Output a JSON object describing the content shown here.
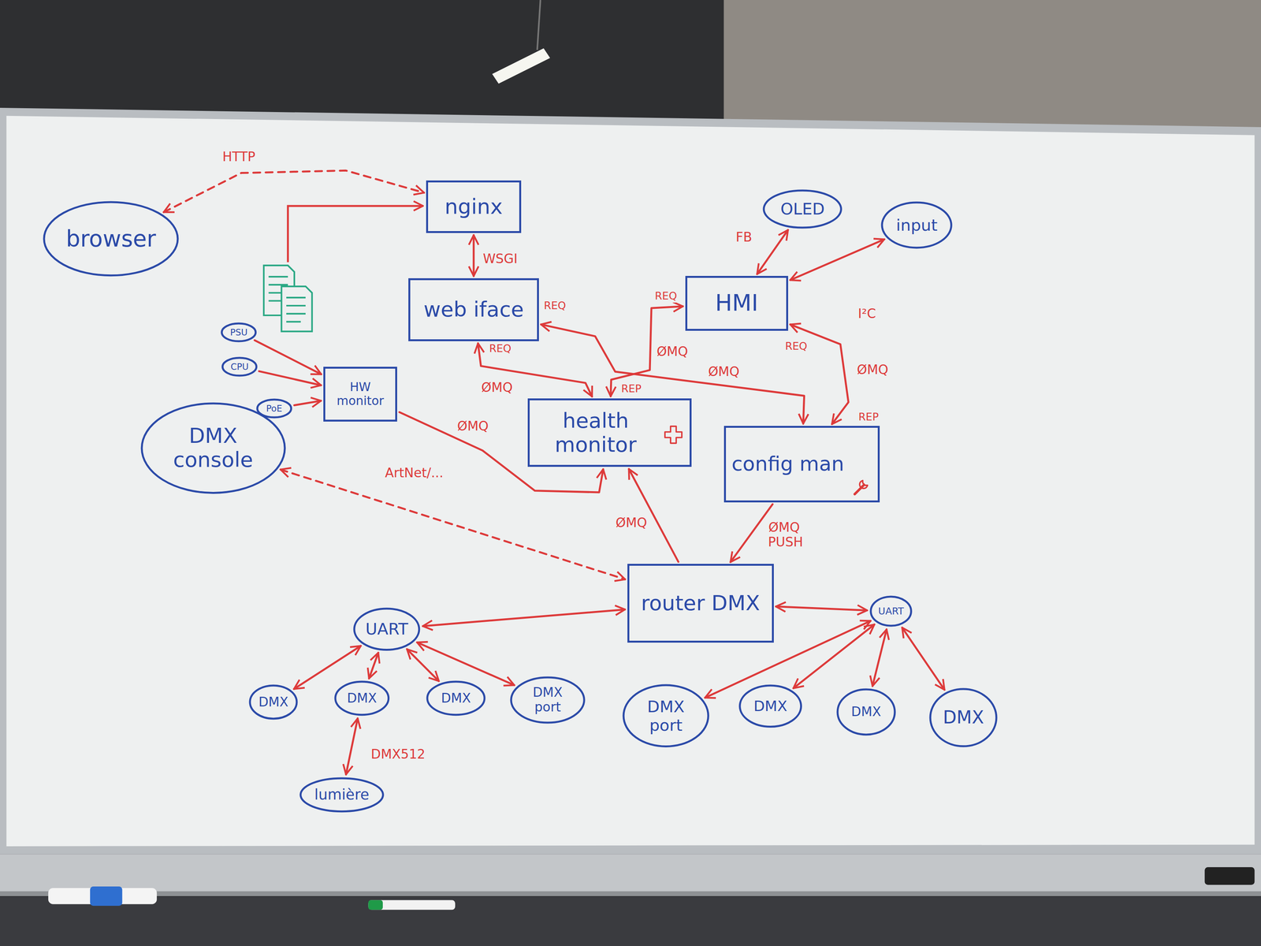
{
  "diagram": {
    "nodes": [
      {
        "text": [
          "browser"
        ]
      },
      {
        "text": [
          "nginx"
        ]
      },
      {
        "text": [
          "OLED"
        ]
      },
      {
        "text": [
          "input"
        ]
      },
      {
        "text": [
          "web iface"
        ]
      },
      {
        "text": [
          "HMI"
        ]
      },
      {
        "text": [
          "PSU"
        ]
      },
      {
        "text": [
          "CPU"
        ]
      },
      {
        "text": [
          "PoE"
        ]
      },
      {
        "text": [
          "HW monitor"
        ]
      },
      {
        "text": [
          "DMX console"
        ]
      },
      {
        "text": [
          "health monitor"
        ]
      },
      {
        "text": [
          "config man"
        ]
      },
      {
        "text": [
          "router DMX"
        ]
      },
      {
        "text": [
          "UART"
        ]
      },
      {
        "text": [
          "UART"
        ]
      },
      {
        "text": [
          "DMX"
        ]
      },
      {
        "text": [
          "DMX"
        ]
      },
      {
        "text": [
          "DMX"
        ]
      },
      {
        "text": [
          "DMX port"
        ]
      },
      {
        "text": [
          "DMX port"
        ]
      },
      {
        "text": [
          "DMX"
        ]
      },
      {
        "text": [
          "DMX"
        ]
      },
      {
        "text": [
          "DMX"
        ]
      },
      {
        "text": [
          "lumière"
        ]
      }
    ],
    "edges": [
      {
        "from": 0,
        "to": 1,
        "label": "HTTP",
        "arrow": "both"
      },
      {
        "from": 1,
        "to": 4,
        "label": "WSGI",
        "arrow": "both"
      },
      {
        "from": 5,
        "to": 2,
        "label": "FB",
        "arrow": "both"
      },
      {
        "from": 5,
        "to": 3,
        "label": "I²C",
        "arrow": "both"
      },
      {
        "from": 4,
        "to": 11,
        "label": "ØMQ",
        "arrow": "both"
      },
      {
        "from": 5,
        "to": 11,
        "label": "ØMQ",
        "arrow": "both"
      },
      {
        "from": 4,
        "to": 12,
        "label": "ØMQ",
        "arrow": "both"
      },
      {
        "from": 5,
        "to": 12,
        "label": "ØMQ",
        "arrow": "both"
      },
      {
        "from": 6,
        "to": 9,
        "arrow": "to"
      },
      {
        "from": 7,
        "to": 9,
        "arrow": "to"
      },
      {
        "from": 8,
        "to": 9,
        "arrow": "to"
      },
      {
        "from": 9,
        "to": 11,
        "label": "ØMQ",
        "arrow": "to"
      },
      {
        "from": 13,
        "to": 11,
        "label": "ØMQ",
        "arrow": "to"
      },
      {
        "from": 12,
        "to": 13,
        "label": "ØMQ PUSH",
        "arrow": "to"
      },
      {
        "from": 10,
        "to": 13,
        "label": "ArtNet/...",
        "arrow": "both"
      },
      {
        "from": 14,
        "to": 13,
        "arrow": "both"
      },
      {
        "from": 13,
        "to": 15,
        "arrow": "both"
      },
      {
        "from": 14,
        "to": 16,
        "arrow": "both"
      },
      {
        "from": 14,
        "to": 17,
        "arrow": "both"
      },
      {
        "from": 14,
        "to": 18,
        "arrow": "both"
      },
      {
        "from": 14,
        "to": 19,
        "arrow": "both"
      },
      {
        "from": 17,
        "to": 24,
        "label": "DMX512",
        "arrow": "both"
      },
      {
        "from": 15,
        "to": 20,
        "arrow": "both"
      },
      {
        "from": 15,
        "to": 21,
        "arrow": "both"
      },
      {
        "from": 15,
        "to": 22,
        "arrow": "both"
      },
      {
        "from": 15,
        "to": 23,
        "arrow": "both"
      }
    ],
    "labels": [
      "REQ",
      "REQ",
      "REQ",
      "REQ",
      "REP",
      "REP"
    ]
  }
}
